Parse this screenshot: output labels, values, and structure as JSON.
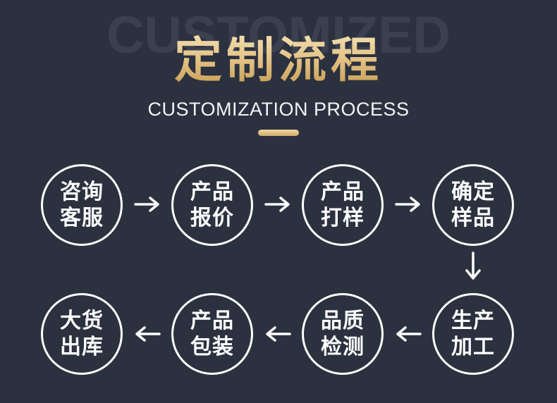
{
  "header": {
    "watermark": "CUSTOMIZED",
    "title": "定制流程",
    "subtitle": "CUSTOMIZATION PROCESS"
  },
  "colors": {
    "background": "#2b313f",
    "watermark_text": "#3a404e",
    "gold_light": "#f2dfb0",
    "gold_dark": "#c89e52",
    "circle_stroke": "#ffffff",
    "step_text": "#ffffff"
  },
  "icons": {
    "arrow_right": "→",
    "arrow_left": "←",
    "arrow_down": "↓"
  },
  "flow": {
    "row1": [
      {
        "line1": "咨询",
        "line2": "客服"
      },
      {
        "line1": "产品",
        "line2": "报价"
      },
      {
        "line1": "产品",
        "line2": "打样"
      },
      {
        "line1": "确定",
        "line2": "样品"
      }
    ],
    "row2": [
      {
        "line1": "大货",
        "line2": "出库"
      },
      {
        "line1": "产品",
        "line2": "包装"
      },
      {
        "line1": "品质",
        "line2": "检测"
      },
      {
        "line1": "生产",
        "line2": "加工"
      }
    ]
  }
}
